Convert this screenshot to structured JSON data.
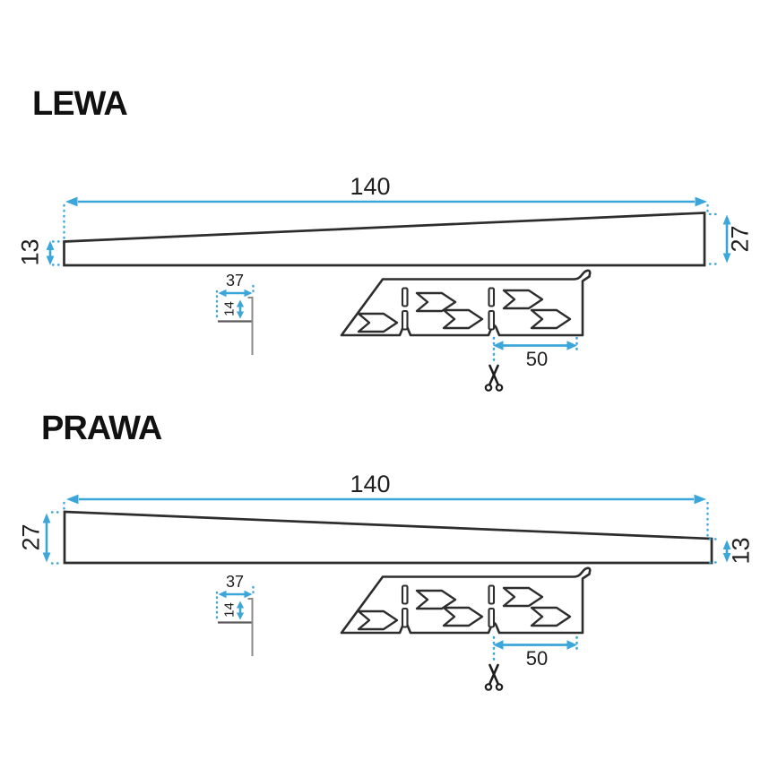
{
  "colors": {
    "dimension_blue": "#3ba6d9",
    "outline_dark": "#2d2d2d",
    "profile_gray": "#6a6a6a"
  },
  "icons": {
    "scissors": "✂"
  },
  "sections": [
    {
      "title": "LEWA",
      "dimensions": {
        "length": "140",
        "left_height": "13",
        "right_height": "27",
        "bracket_width": "37",
        "bracket_height": "14",
        "cut_segment": "50"
      }
    },
    {
      "title": "PRAWA",
      "dimensions": {
        "length": "140",
        "left_height": "27",
        "right_height": "13",
        "bracket_width": "37",
        "bracket_height": "14",
        "cut_segment": "50"
      }
    }
  ]
}
